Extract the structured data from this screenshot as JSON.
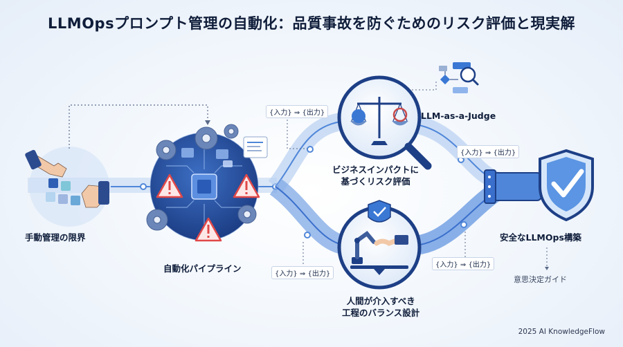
{
  "title": "LLMOpsプロンプト管理の自動化：品質事故を防ぐためのリスク評価と現実解",
  "nodes": {
    "manual": "手動管理の限界",
    "pipeline": "自動化パイプライン",
    "risk": [
      "ビジネスインパクトに",
      "基づくリスク評価"
    ],
    "judge": "LLM-as-a-Judge",
    "human": [
      "人間が介入すべき",
      "工程のバランス設計"
    ],
    "secure": "安全なLLMOps構築"
  },
  "io_label": "{入力} ⇒ {出力}",
  "guide": "意思決定ガイド",
  "footer": "2025 AI KnowledgeFlow",
  "colors": {
    "flow": "#4f86d9",
    "flow_light": "#a9c6ef",
    "warning": "#e04848",
    "navy": "#1d3f86",
    "accent": "#3a78d4"
  }
}
